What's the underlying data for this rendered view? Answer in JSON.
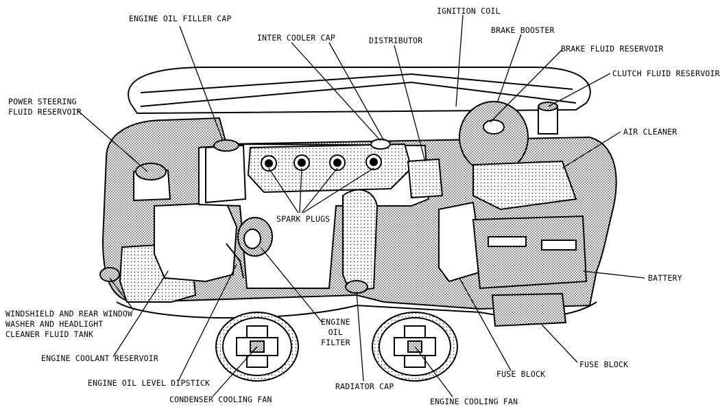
{
  "labels": {
    "engine_oil_filler_cap": "ENGINE OIL FILLER CAP",
    "ignition_coil": "IGNITION COIL",
    "inter_cooler_cap": "INTER COOLER CAP",
    "distributor": "DISTRIBUTOR",
    "brake_booster": "BRAKE BOOSTER",
    "brake_fluid_reservoir": "BRAKE FLUID RESERVOIR",
    "clutch_fluid_reservoir": "CLUTCH FLUID RESERVOIR",
    "power_steering_line1": "POWER STEERING",
    "power_steering_line2": "FLUID RESERVOIR",
    "air_cleaner": "AIR CLEANER",
    "spark_plugs": "SPARK PLUGS",
    "battery": "BATTERY",
    "washer_line1": "WINDSHIELD AND REAR WINDOW",
    "washer_line2": "WASHER AND HEADLIGHT",
    "washer_line3": "CLEANER FLUID TANK",
    "engine_oil_filter_line1": "ENGINE",
    "engine_oil_filter_line2": "OIL",
    "engine_oil_filter_line3": "FILTER",
    "engine_coolant_reservoir": "ENGINE COOLANT RESERVOIR",
    "engine_oil_level_dipstick": "ENGINE OIL LEVEL DIPSTICK",
    "fuse_block_center": "FUSE BLOCK",
    "fuse_block_right": "FUSE BLOCK",
    "radiator_cap": "RADIATOR CAP",
    "condenser_cooling_fan": "CONDENSER COOLING FAN",
    "engine_cooling_fan": "ENGINE COOLING FAN"
  },
  "colors": {
    "ink": "#000000",
    "paper": "#ffffff",
    "shade": "#9a9a9a"
  }
}
